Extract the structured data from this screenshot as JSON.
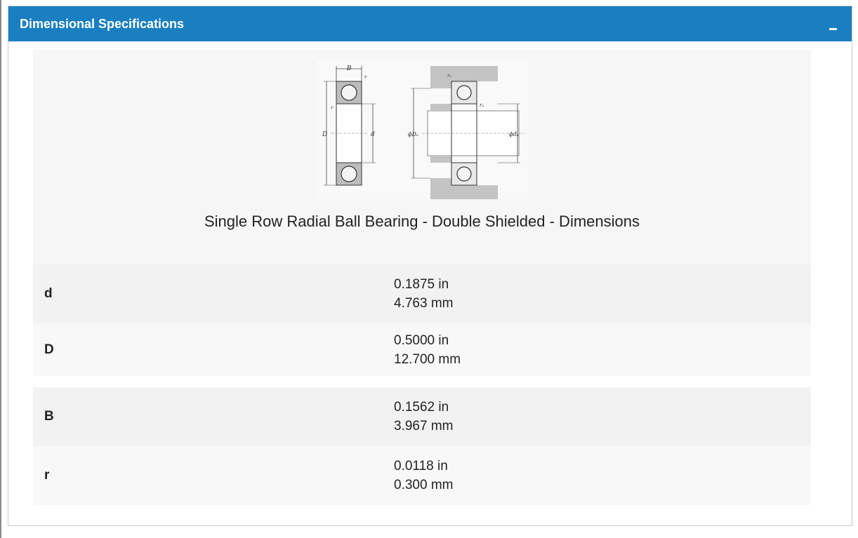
{
  "panel": {
    "title": "Dimensional Specifications",
    "collapse_icon": "minus-icon"
  },
  "diagram": {
    "caption": "Single Row Radial Ball Bearing - Double Shielded - Dimensions",
    "labels": {
      "B": "B",
      "r": "r",
      "D": "D",
      "d": "d",
      "ra_top": "rₐ",
      "ra_side": "rₐ",
      "Da": "ϕDₐ",
      "da": "ϕdₐ"
    }
  },
  "specs": [
    {
      "label": "d",
      "inch": "0.1875 in",
      "mm": "4.763 mm"
    },
    {
      "label": "D",
      "inch": "0.5000 in",
      "mm": "12.700 mm"
    },
    {
      "label": "B",
      "inch": "0.1562 in",
      "mm": "3.967 mm"
    },
    {
      "label": "r",
      "inch": "0.0118 in",
      "mm": "0.300 mm"
    }
  ],
  "colors": {
    "header": "#1a7fc1",
    "row_shaded": "#f2f2f2",
    "diagram_bg": "#f6f6f6"
  }
}
